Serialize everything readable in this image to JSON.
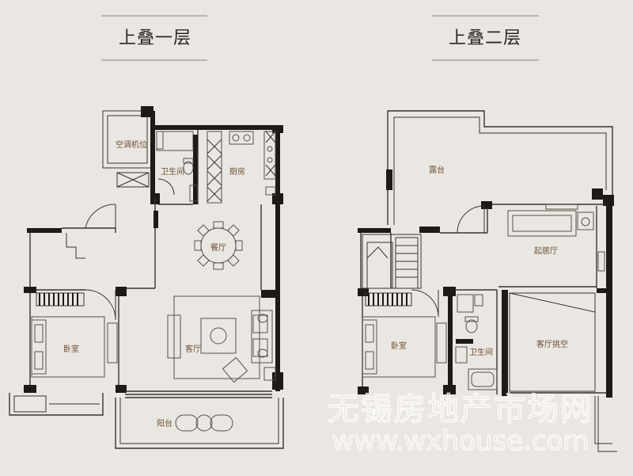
{
  "titles": {
    "left": "上叠一层",
    "right": "上叠二层"
  },
  "rooms_floor1": {
    "ac": "空调机位",
    "bath": "卫生间",
    "kitchen": "厨房",
    "dining": "餐厅",
    "bedroom": "卧室",
    "living": "客厅",
    "balcony": "阳台"
  },
  "rooms_floor2": {
    "terrace": "露台",
    "lounge": "起居厅",
    "bedroom": "卧室",
    "bath": "卫生间",
    "void": "客厅挑空"
  },
  "watermark": {
    "chinese": "无锡房地产市场网",
    "url": "www.wxhouse.com"
  },
  "colors": {
    "background": "#eae6e1",
    "wall": "#1f1a17",
    "label": "#6b5136"
  }
}
